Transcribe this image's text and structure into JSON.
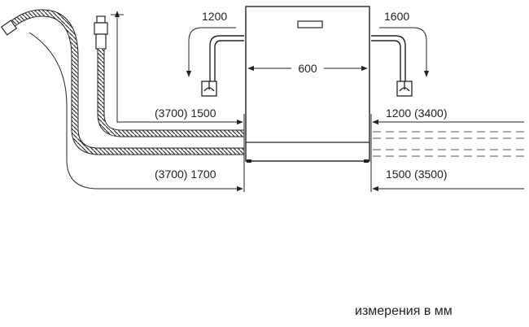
{
  "dimensions": {
    "left_top": "1200",
    "right_top": "1600",
    "width": "600",
    "inlet_left": "(3700) 1500",
    "inlet_right": "1200 (3400)",
    "drain_left": "(3700) 1700",
    "drain_right": "1500 (3500)"
  },
  "caption": "измерения в мм",
  "colors": {
    "line": "#222222",
    "dash": "#555555",
    "background": "#ffffff"
  },
  "icons": [
    "faucet-icon",
    "drain-siphon-icon"
  ]
}
